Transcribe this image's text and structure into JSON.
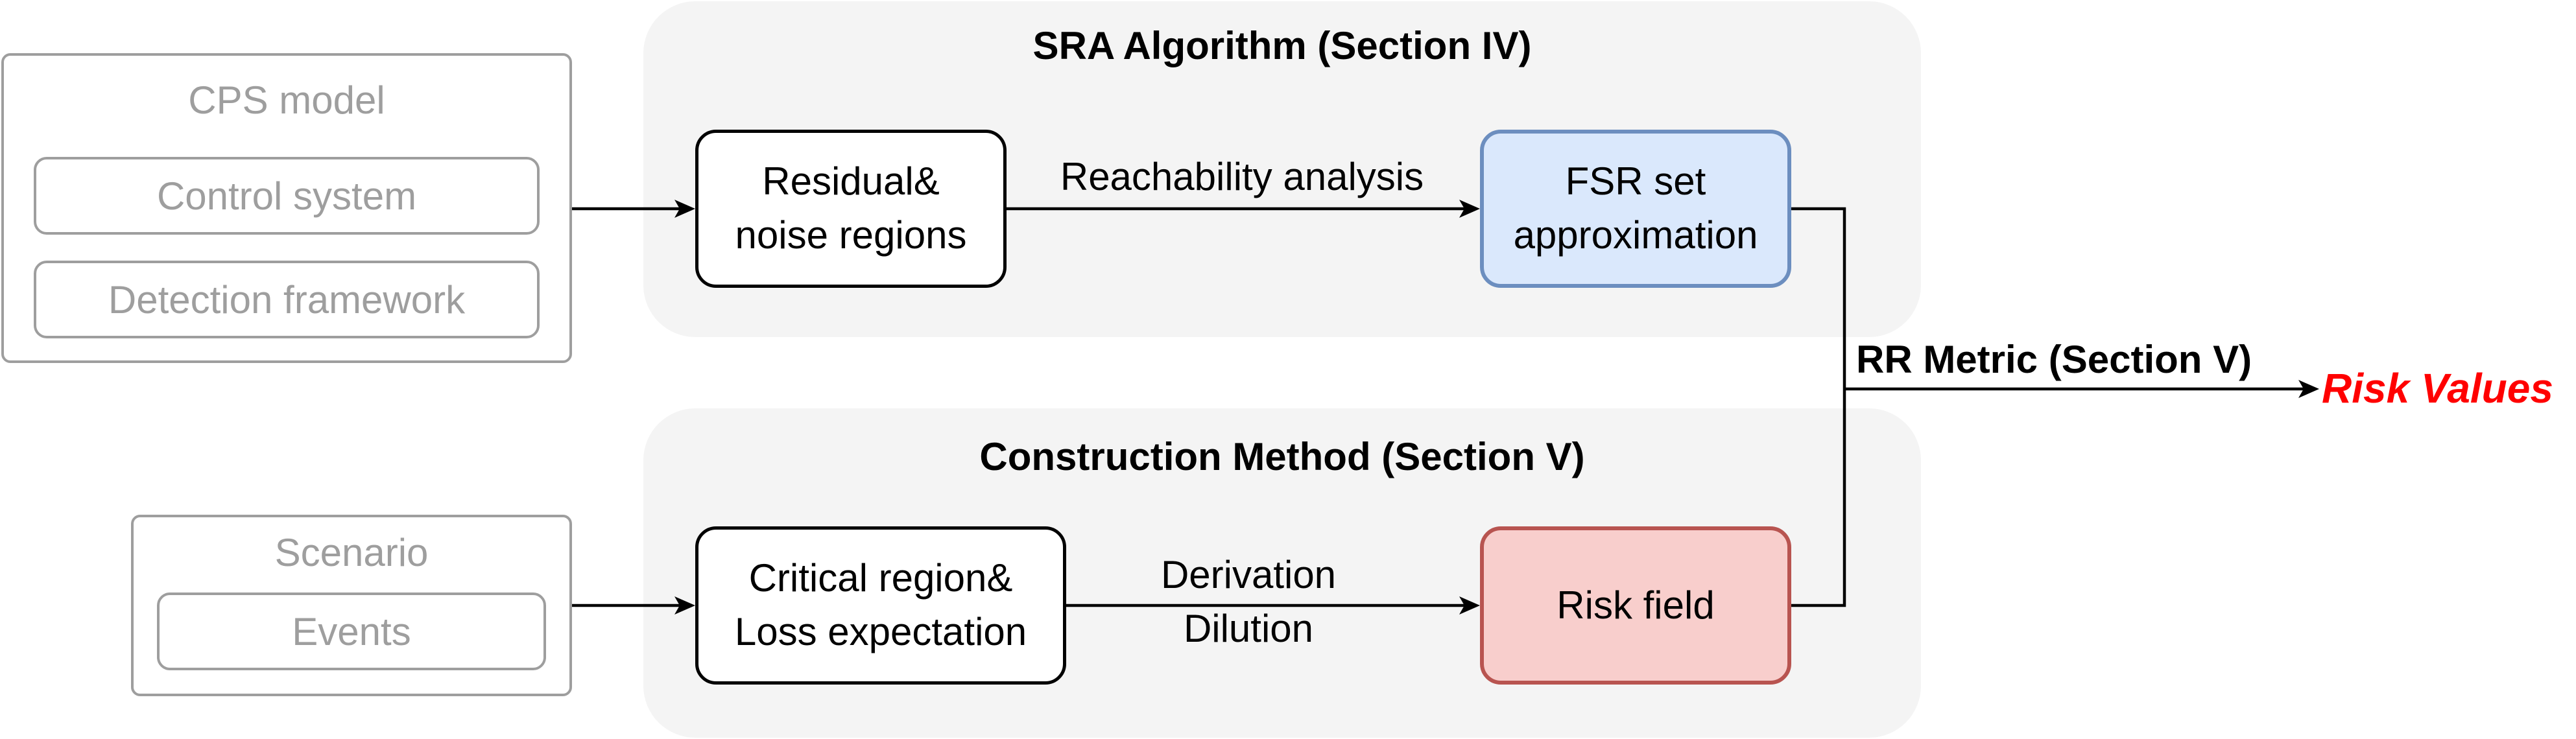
{
  "sra_panel": {
    "title": "SRA Algorithm (Section IV)"
  },
  "construction_panel": {
    "title": "Construction Method (Section V)"
  },
  "cps_model": {
    "title": "CPS model",
    "items": [
      "Control system",
      "Detection framework"
    ]
  },
  "scenario": {
    "title": "Scenario",
    "items": [
      "Events"
    ]
  },
  "nodes": {
    "residual": "Residual&\nnoise regions",
    "fsr": "FSR set\napproximation",
    "critical": "Critical region&\nLoss expectation",
    "risk_field": "Risk field"
  },
  "edges": {
    "reachability": "Reachability analysis",
    "derivation": "Derivation",
    "dilution": "Dilution",
    "rr_metric": "RR Metric (Section V)"
  },
  "output": {
    "risk_values": "Risk Values"
  },
  "colors": {
    "panel_bg": "#f4f4f4",
    "gray": "#9e9e9e",
    "blue_fill": "#dae8fc",
    "blue_stroke": "#6c8ebf",
    "red_fill": "#f8cecc",
    "red_stroke": "#b85450",
    "risk_text": "#ff0000"
  }
}
